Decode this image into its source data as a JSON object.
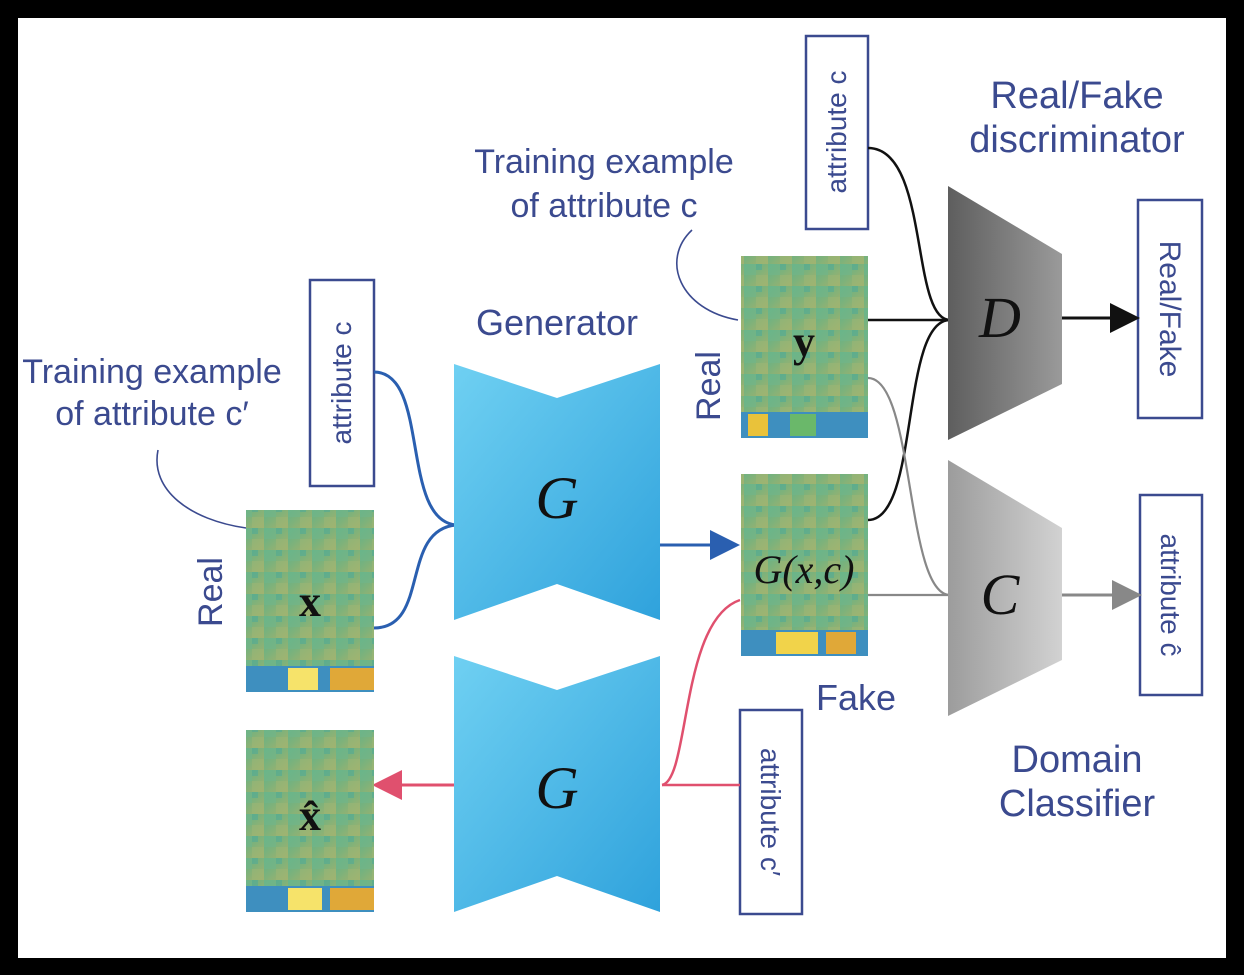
{
  "labels": {
    "real_fake_discriminator": [
      "Real/Fake",
      "discriminator"
    ],
    "training_example_c": [
      "Training example",
      "of attribute c"
    ],
    "training_example_cprime": [
      "Training example",
      "of attribute c′"
    ],
    "generator": "Generator",
    "real_top": "Real",
    "real_left": "Real",
    "fake": "Fake",
    "domain_classifier": [
      "Domain",
      "Classifier"
    ]
  },
  "boxes": {
    "attribute_c_top": "attribute c",
    "attribute_c_left": "attribute c",
    "real_fake_output": "Real/Fake",
    "attribute_chat_output": "attribute ĉ",
    "attribute_cprime": "attribute c′"
  },
  "symbols": {
    "generator_top": "G",
    "generator_bottom": "G",
    "discriminator": "D",
    "classifier": "C",
    "image_x": "x",
    "image_y": "y",
    "image_gxc": "G(x,c)",
    "image_xhat": "x̂"
  },
  "colors": {
    "background": "#ffffff",
    "frame": "#000000",
    "text_blue": "#3b4a8f",
    "generator_blue": "#4bb8e8",
    "disc_gray": "#7a7a7a",
    "classifier_gray": "#b5b5b5",
    "arrow_blue": "#2a5fb0",
    "arrow_pink": "#e0506e",
    "arrow_black": "#111111",
    "arrow_gray": "#888888"
  }
}
